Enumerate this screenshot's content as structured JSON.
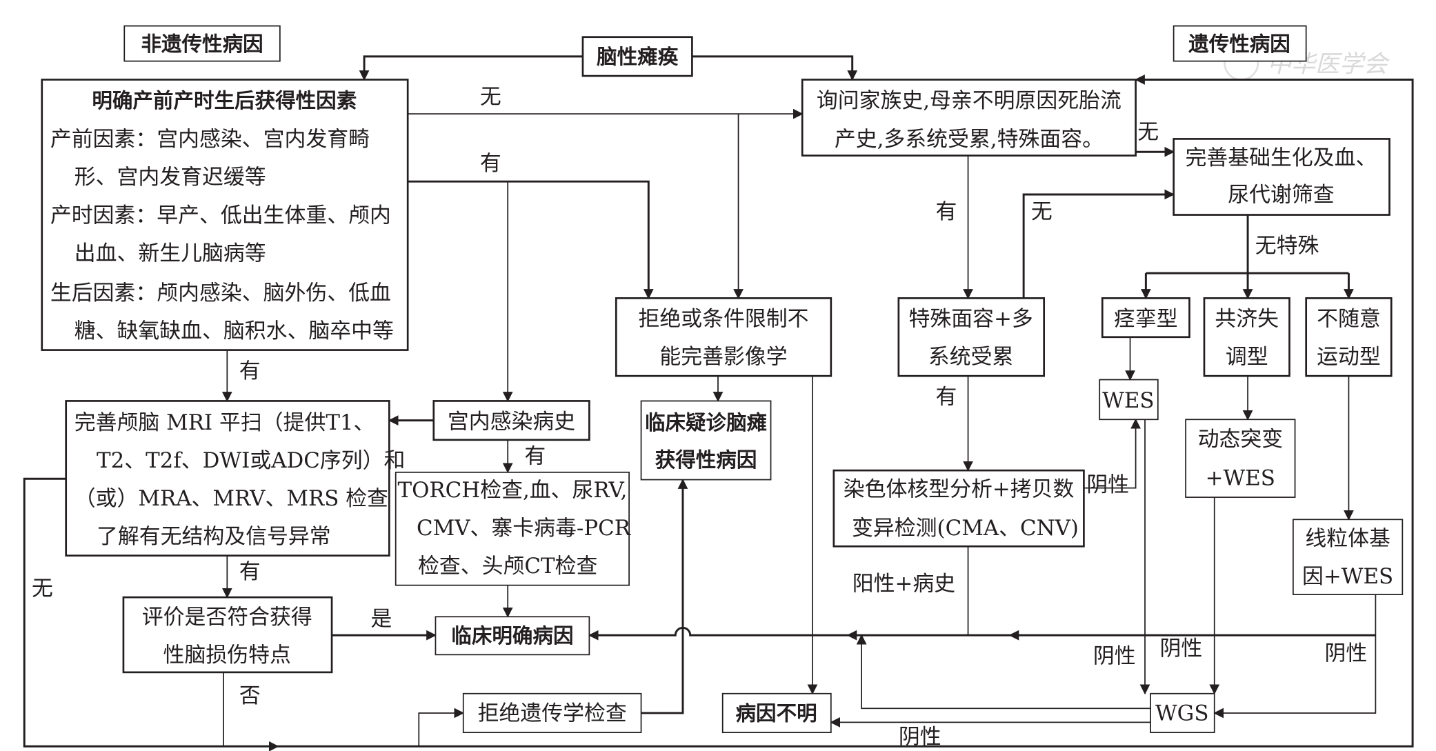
{
  "headers": {
    "non_genetic": "非遗传性病因",
    "genetic": "遗传性病因",
    "root": "脑性瘫痪"
  },
  "watermark": "中华医学会",
  "boxes": {
    "acquired": {
      "title": "明确产前产时生后获得性因素",
      "lines": [
        "产前因素：宫内感染、宫内发育畸",
        "形、宫内发育迟缓等",
        "产时因素：早产、低出生体重、颅内",
        "出血、新生儿脑病等",
        "生后因素：颅内感染、脑外伤、低血",
        "糖、缺氧缺血、脑积水、脑卒中等"
      ]
    },
    "family_history": {
      "lines": [
        "询问家族史,母亲不明原因死胎流",
        "产史,多系统受累,特殊面容。"
      ]
    },
    "metabolic": {
      "lines": [
        "完善基础生化及血、",
        "尿代谢筛查"
      ]
    },
    "refuse_imaging": {
      "lines": [
        "拒绝或条件限制不",
        "能完善影像学"
      ]
    },
    "syndromic": {
      "lines": [
        "特殊面容+多",
        "系统受累"
      ]
    },
    "spastic": {
      "label": "痉挛型"
    },
    "ataxic": {
      "lines": [
        "共济失",
        "调型"
      ]
    },
    "dyskinetic": {
      "lines": [
        "不随意",
        "运动型"
      ]
    },
    "wes": {
      "label": "WES"
    },
    "mri": {
      "lines": [
        "完善颅脑 MRI 平扫（提供T1、",
        "T2、T2f、DWI或ADC序列）和",
        "（或）MRA、MRV、MRS 检查",
        "了解有无结构及信号异常"
      ]
    },
    "intrauterine": {
      "label": "宫内感染病史"
    },
    "suspected": {
      "lines": [
        "临床疑诊脑瘫",
        "获得性病因"
      ]
    },
    "torch": {
      "lines": [
        "TORCH检查,血、尿RV,",
        "CMV、寨卡病毒-PCR",
        "检查、头颅CT检查"
      ]
    },
    "chromosome": {
      "lines": [
        "染色体核型分析+拷贝数",
        "变异检测(CMA、CNV)"
      ]
    },
    "dynamic": {
      "lines": [
        "动态突变",
        "+WES"
      ]
    },
    "mito": {
      "lines": [
        "线粒体基",
        "因+WES"
      ]
    },
    "evaluate": {
      "lines": [
        "评价是否符合获得",
        "性脑损伤特点"
      ]
    },
    "confirmed": {
      "label": "临床明确病因"
    },
    "refuse_genetic": {
      "label": "拒绝遗传学检查"
    },
    "unknown": {
      "label": "病因不明"
    },
    "wgs": {
      "label": "WGS"
    }
  },
  "edge_labels": {
    "no": "无",
    "yes": "有",
    "yes_is": "是",
    "no_fou": "否",
    "no_special": "无特殊",
    "negative": "阴性",
    "positive_history": "阳性+病史"
  }
}
